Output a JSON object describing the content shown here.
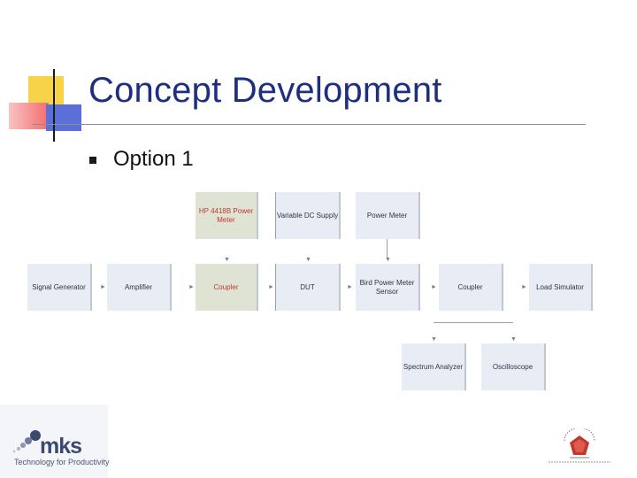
{
  "slide": {
    "title": "Concept Development",
    "bullet": "Option 1"
  },
  "diagram": {
    "boxes": {
      "hp_power_meter": "HP 4418B Power Meter",
      "variable_dc_supply": "Variable DC Supply",
      "power_meter": "Power Meter",
      "signal_generator": "Signal Generator",
      "amplifier": "Amplifier",
      "coupler_1": "Coupler",
      "dut": "DUT",
      "bird_sensor": "Bird Power Meter Sensor",
      "coupler_2": "Coupler",
      "load_simulator": "Load Simulator",
      "spectrum_analyzer": "Spectrum Analyzer",
      "oscilloscope": "Oscilloscope"
    },
    "highlight_color": "#c0392b"
  },
  "footer": {
    "logo_text": "mks",
    "logo_tagline": "Technology for Productivity"
  },
  "colors": {
    "title": "#1f2f80",
    "box_fill": "#e7ecf5",
    "highlight_fill": "#dfe3d4",
    "accent_yellow": "#f7d34a",
    "accent_red": "#f26d6d",
    "accent_blue": "#5a6fd8"
  }
}
